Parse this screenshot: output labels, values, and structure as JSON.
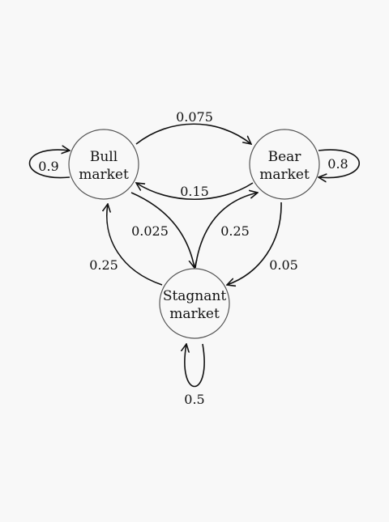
{
  "nodes": {
    "bull": {
      "line1": "Bull",
      "line2": "market"
    },
    "bear": {
      "line1": "Bear",
      "line2": "market"
    },
    "stagnant": {
      "line1": "Stagnant",
      "line2": "market"
    }
  },
  "transitions": {
    "bull_to_bull": "0.9",
    "bull_to_bear": "0.075",
    "bull_to_stagnant": "0.025",
    "bear_to_bear": "0.8",
    "bear_to_bull": "0.15",
    "bear_to_stagnant": "0.05",
    "stagnant_to_stagnant": "0.5",
    "stagnant_to_bull": "0.25",
    "stagnant_to_bear": "0.25"
  }
}
